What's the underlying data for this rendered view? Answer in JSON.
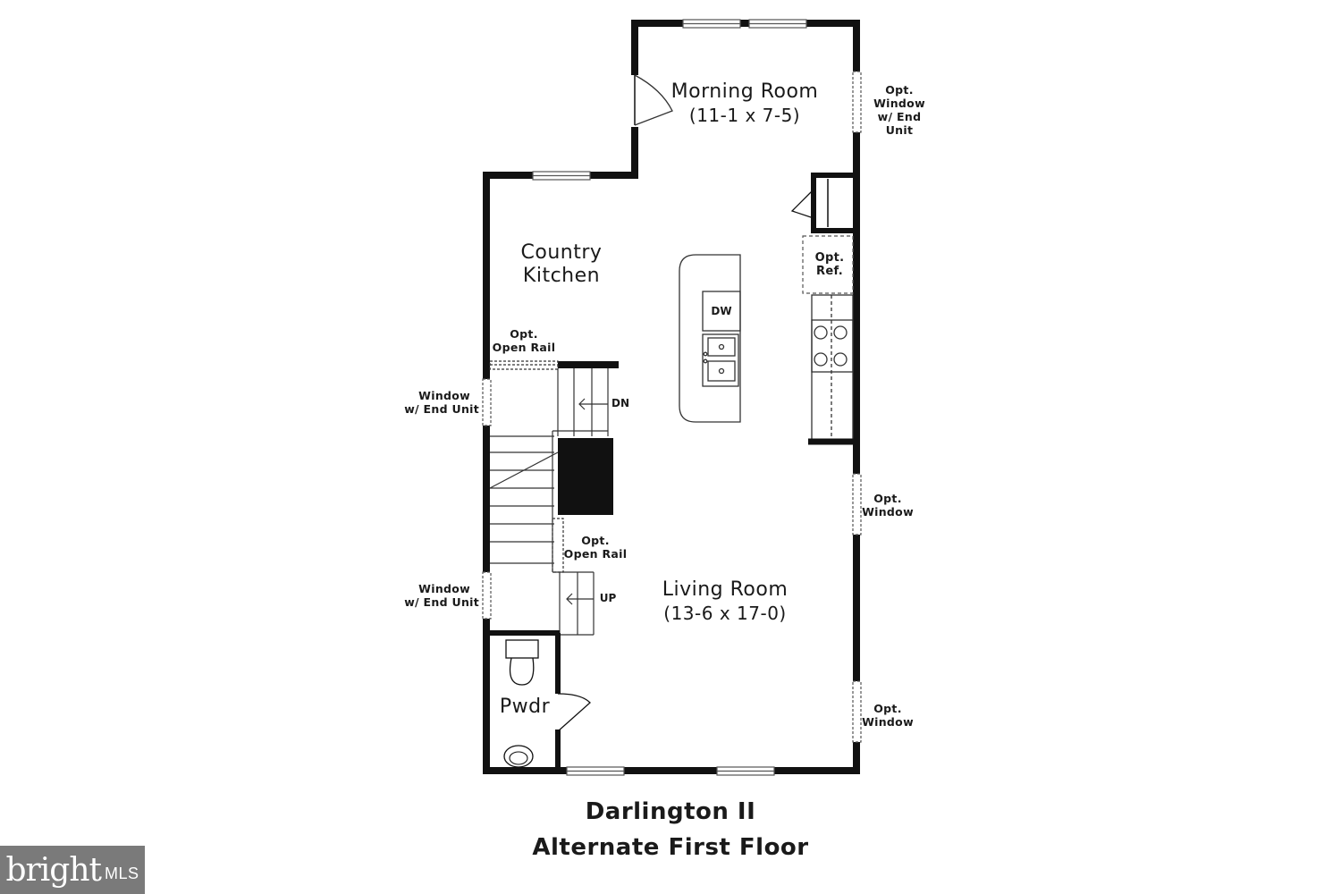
{
  "plan": {
    "name": "Darlington II",
    "floor": "Alternate First Floor"
  },
  "rooms": {
    "morning_room": {
      "name": "Morning Room",
      "dims": "(11-1 x 7-5)"
    },
    "country_kitchen": {
      "line1": "Country",
      "line2": "Kitchen"
    },
    "living_room": {
      "name": "Living Room",
      "dims": "(13-6 x 17-0)"
    },
    "powder": {
      "name": "Pwdr"
    }
  },
  "fixtures": {
    "dishwasher": "DW",
    "stairs_down": "DN",
    "stairs_up": "UP",
    "refrigerator": {
      "line1": "Opt.",
      "line2": "Ref."
    }
  },
  "notes": {
    "morning_window": {
      "line1": "Opt.",
      "line2": "Window",
      "line3": "w/ End Unit"
    },
    "open_rail_top": {
      "line1": "Opt.",
      "line2": "Open Rail"
    },
    "open_rail_mid": {
      "line1": "Opt.",
      "line2": "Open Rail"
    },
    "window_end_unit_top": {
      "line1": "Window",
      "line2": "w/ End Unit"
    },
    "window_end_unit_bottom": {
      "line1": "Window",
      "line2": "w/ End Unit"
    },
    "opt_window_upper": {
      "line1": "Opt.",
      "line2": "Window"
    },
    "opt_window_lower": {
      "line1": "Opt.",
      "line2": "Window"
    }
  },
  "watermark": {
    "brand": "bright",
    "suffix": "MLS"
  },
  "colors": {
    "wall": "#111111",
    "line": "#444444",
    "background": "#ffffff",
    "logo_bg": "#7a7a7a"
  }
}
